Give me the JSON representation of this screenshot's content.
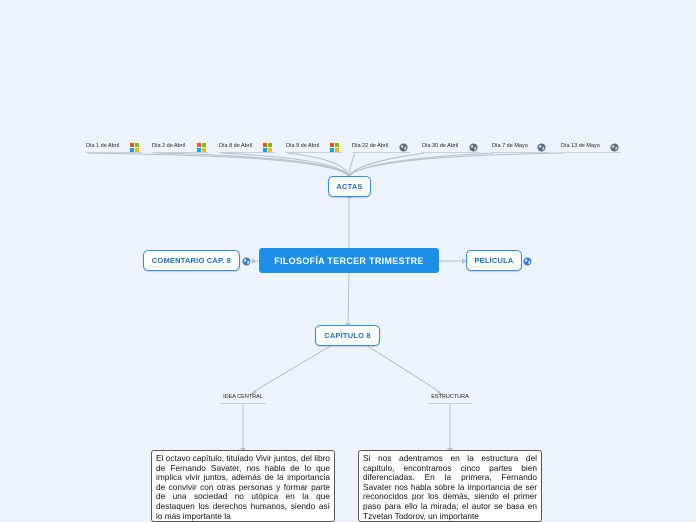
{
  "colors": {
    "accent": "#1e8fe6",
    "border": "#2f8fe0",
    "line": "#b8bec8",
    "background": "#eef2fb"
  },
  "central": {
    "label": "FILOSOFÍA TERCER TRIMESTRE"
  },
  "actas": {
    "label": "ACTAS",
    "entries": [
      {
        "label": "Día 1 de Abril",
        "icon": "office-icon"
      },
      {
        "label": "Día 2 de Abril",
        "icon": "office-icon"
      },
      {
        "label": "Día 8 de Abril",
        "icon": "office-icon"
      },
      {
        "label": "Día 9 de Abril",
        "icon": "office-icon"
      },
      {
        "label": "Día 22 de Abril",
        "icon": "globe-icon"
      },
      {
        "label": "Día 30 de Abril",
        "icon": "globe-icon"
      },
      {
        "label": "Día 7 de Mayo",
        "icon": "globe-icon"
      },
      {
        "label": "Día 13 de Mayo",
        "icon": "globe-icon"
      }
    ]
  },
  "comentario": {
    "label": "COMENTARIO CAP. 8",
    "icon": "globe-icon"
  },
  "pelicula": {
    "label": "PELÍCULA",
    "icon": "globe-icon"
  },
  "capitulo": {
    "label": "CAPÍTULO 8",
    "idea_central": {
      "label": "IDEA CENTRAL",
      "text": "El octavo capítulo, titulado Vivir juntos, del libro de Fernando Savater, nos habla de lo que implica vivir juntos, además de la importancia de convivir con otras personas y formar parte de una sociedad no utópica en la que destaquen los derechos humanos, siendo así lo más importante la"
    },
    "estructura": {
      "label": "ESTRUCTURA",
      "text": "Si nos adentramos en la estructura del capítulo, encontramos cinco partes bien diferenciadas.  En la primera, Fernando Savater nos habla sobre la importancia de ser reconocidos por los demás, siendo el primer paso para ello la mirada; el autor se basa en Tzvetan Todorov, un importante"
    }
  }
}
